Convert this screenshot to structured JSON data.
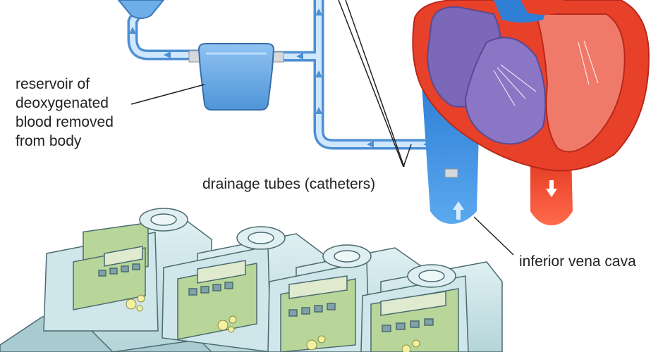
{
  "labels": {
    "reservoir": {
      "lines": [
        "reservoir of",
        "deoxygenated",
        "blood removed",
        "from body"
      ]
    },
    "drainage": {
      "text": "drainage tubes (catheters)"
    },
    "vena_cava": {
      "text": "inferior vena cava"
    }
  },
  "colors": {
    "tube_outer": "#4f8fd3",
    "tube_inner": "#cfe7ff",
    "reservoir": "#6eaee8",
    "vein_blue": "#3a8ee0",
    "heart_red": "#e8412a",
    "heart_purple": "#7c68b8",
    "machine_body": "#c9e2e6",
    "machine_panel": "#b8d69a",
    "leader_line": "#222222"
  },
  "icons": [
    "arrow-icon",
    "reservoir-bag-icon",
    "heart-illustration",
    "pump-machine-icon"
  ]
}
